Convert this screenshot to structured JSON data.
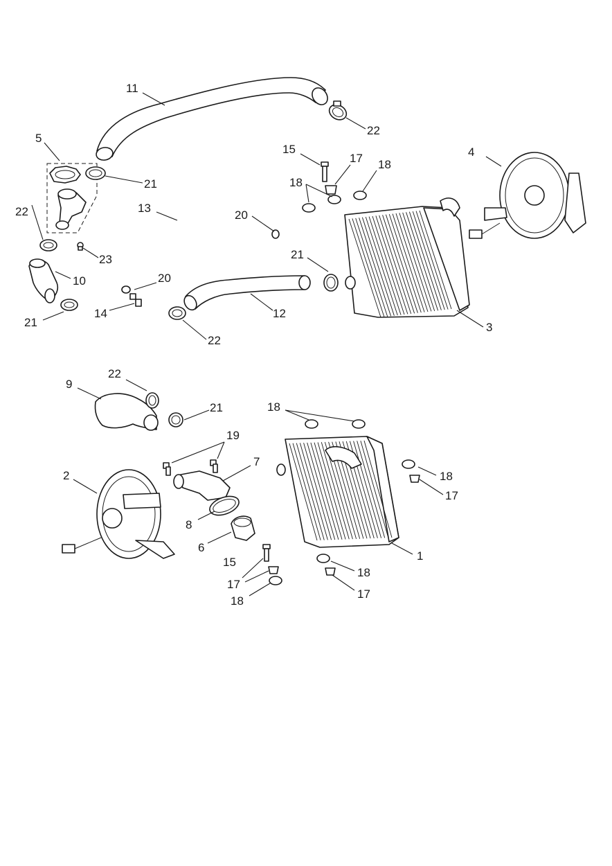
{
  "callouts": [
    {
      "id": "c11a",
      "text": "11"
    },
    {
      "id": "c22a",
      "text": "22"
    },
    {
      "id": "c5",
      "text": "5"
    },
    {
      "id": "c21a",
      "text": "21"
    },
    {
      "id": "c15a",
      "text": "15"
    },
    {
      "id": "c17a",
      "text": "17"
    },
    {
      "id": "c18a",
      "text": "18"
    },
    {
      "id": "c18b",
      "text": "18"
    },
    {
      "id": "c4",
      "text": "4"
    },
    {
      "id": "c22b",
      "text": "22"
    },
    {
      "id": "c13",
      "text": "13"
    },
    {
      "id": "c20a",
      "text": "20"
    },
    {
      "id": "c23",
      "text": "23"
    },
    {
      "id": "c21b",
      "text": "21"
    },
    {
      "id": "c10",
      "text": "10"
    },
    {
      "id": "c20b",
      "text": "20"
    },
    {
      "id": "c14",
      "text": "14"
    },
    {
      "id": "c12",
      "text": "12"
    },
    {
      "id": "c21c",
      "text": "21"
    },
    {
      "id": "c3",
      "text": "3"
    },
    {
      "id": "c22c",
      "text": "22"
    },
    {
      "id": "c22d",
      "text": "22"
    },
    {
      "id": "c9",
      "text": "9"
    },
    {
      "id": "c21d",
      "text": "21"
    },
    {
      "id": "c18c",
      "text": "18"
    },
    {
      "id": "c19",
      "text": "19"
    },
    {
      "id": "c7",
      "text": "7"
    },
    {
      "id": "c2",
      "text": "2"
    },
    {
      "id": "c18d",
      "text": "18"
    },
    {
      "id": "c17b",
      "text": "17"
    },
    {
      "id": "c8",
      "text": "8"
    },
    {
      "id": "c6",
      "text": "6"
    },
    {
      "id": "c1",
      "text": "1"
    },
    {
      "id": "c15b",
      "text": "15"
    },
    {
      "id": "c18e",
      "text": "18"
    },
    {
      "id": "c17c",
      "text": "17"
    },
    {
      "id": "c17d",
      "text": "17"
    },
    {
      "id": "c18f",
      "text": "18"
    }
  ]
}
